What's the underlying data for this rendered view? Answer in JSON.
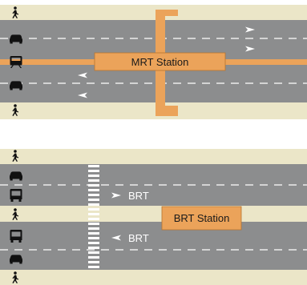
{
  "top_diagram": {
    "station_label": "MRT Station",
    "lane_rows": [
      {
        "icon": "pedestrian-icon",
        "kind": "sidewalk"
      },
      {
        "icon": "car-icon",
        "kind": "lane",
        "direction": "right"
      },
      {
        "icon": "train-icon",
        "kind": "rail"
      },
      {
        "icon": "car-icon",
        "kind": "lane",
        "direction": "left"
      },
      {
        "icon": "pedestrian-icon",
        "kind": "sidewalk"
      }
    ]
  },
  "bottom_diagram": {
    "station_label": "BRT Station",
    "brt_lane_labels": [
      "BRT",
      "BRT"
    ],
    "lane_rows": [
      {
        "icon": "pedestrian-icon",
        "kind": "sidewalk"
      },
      {
        "icon": "car-icon",
        "kind": "lane"
      },
      {
        "icon": "bus-icon",
        "kind": "brt-lane",
        "direction": "right"
      },
      {
        "icon": "pedestrian-icon",
        "kind": "median"
      },
      {
        "icon": "bus-icon",
        "kind": "brt-lane",
        "direction": "left"
      },
      {
        "icon": "car-icon",
        "kind": "lane"
      },
      {
        "icon": "pedestrian-icon",
        "kind": "sidewalk"
      }
    ]
  },
  "colors": {
    "road": "#8c8d8e",
    "sidewalk": "#ebe6c8",
    "station": "#eba35a",
    "icon": "#111111",
    "marking": "#ffffff"
  }
}
